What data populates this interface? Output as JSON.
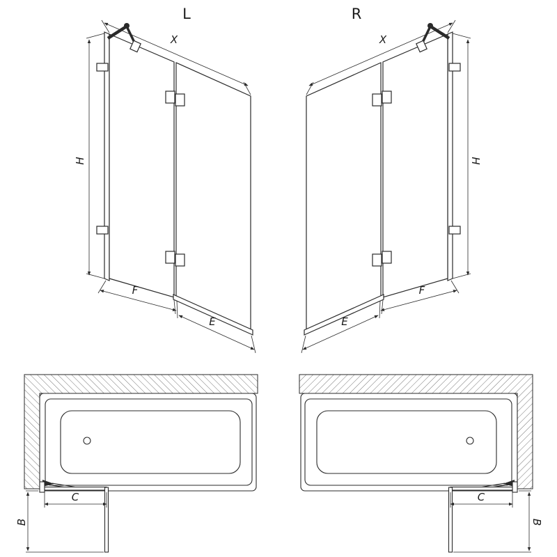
{
  "page": {
    "background": "#ffffff"
  },
  "colors": {
    "line": "#2a2a2a",
    "text": "#1a1a1a",
    "hatch": "#666666"
  },
  "views": {
    "perspective_left": {
      "title": "L",
      "dims": {
        "overall_width": "X",
        "height": "H",
        "fixed_panel_width": "F",
        "door_panel_width": "E"
      }
    },
    "perspective_right": {
      "title": "R",
      "dims": {
        "overall_width": "X",
        "height": "H",
        "fixed_panel_width": "F",
        "door_panel_width": "E"
      }
    },
    "plan_left": {
      "dims": {
        "hinge_offset": "C",
        "door_projection": "B"
      }
    },
    "plan_right": {
      "dims": {
        "hinge_offset": "C",
        "door_projection": "B"
      }
    }
  }
}
